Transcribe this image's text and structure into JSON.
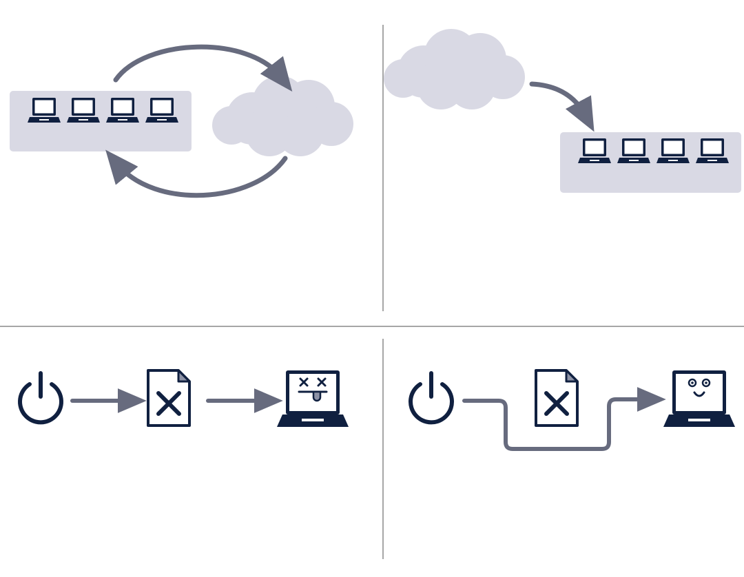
{
  "colors": {
    "background": "#ffffff",
    "divider": "#a6a6a6",
    "panel": "#d9d9e4",
    "cloud": "#d9d9e4",
    "arrow": "#676b7e",
    "icon_dark": "#102040",
    "icon_light": "#ffffff",
    "file_fold": "#8d92a6"
  },
  "quadrants": [
    {
      "id": "sync-round-trip",
      "device_group": {
        "device_count": 4,
        "device_icon": "laptop-icon"
      },
      "cloud_icon": "cloud-icon",
      "flows": [
        "devices-to-cloud",
        "cloud-to-devices"
      ]
    },
    {
      "id": "cloud-download",
      "device_group": {
        "device_count": 4,
        "device_icon": "laptop-icon"
      },
      "cloud_icon": "cloud-icon",
      "flows": [
        "cloud-to-devices"
      ]
    },
    {
      "id": "boot-failure",
      "steps": [
        "power-icon",
        "corrupt-file-icon",
        "broken-laptop-icon"
      ]
    },
    {
      "id": "boot-bypass",
      "steps": [
        "power-icon",
        "corrupt-file-icon",
        "happy-laptop-icon"
      ]
    }
  ]
}
